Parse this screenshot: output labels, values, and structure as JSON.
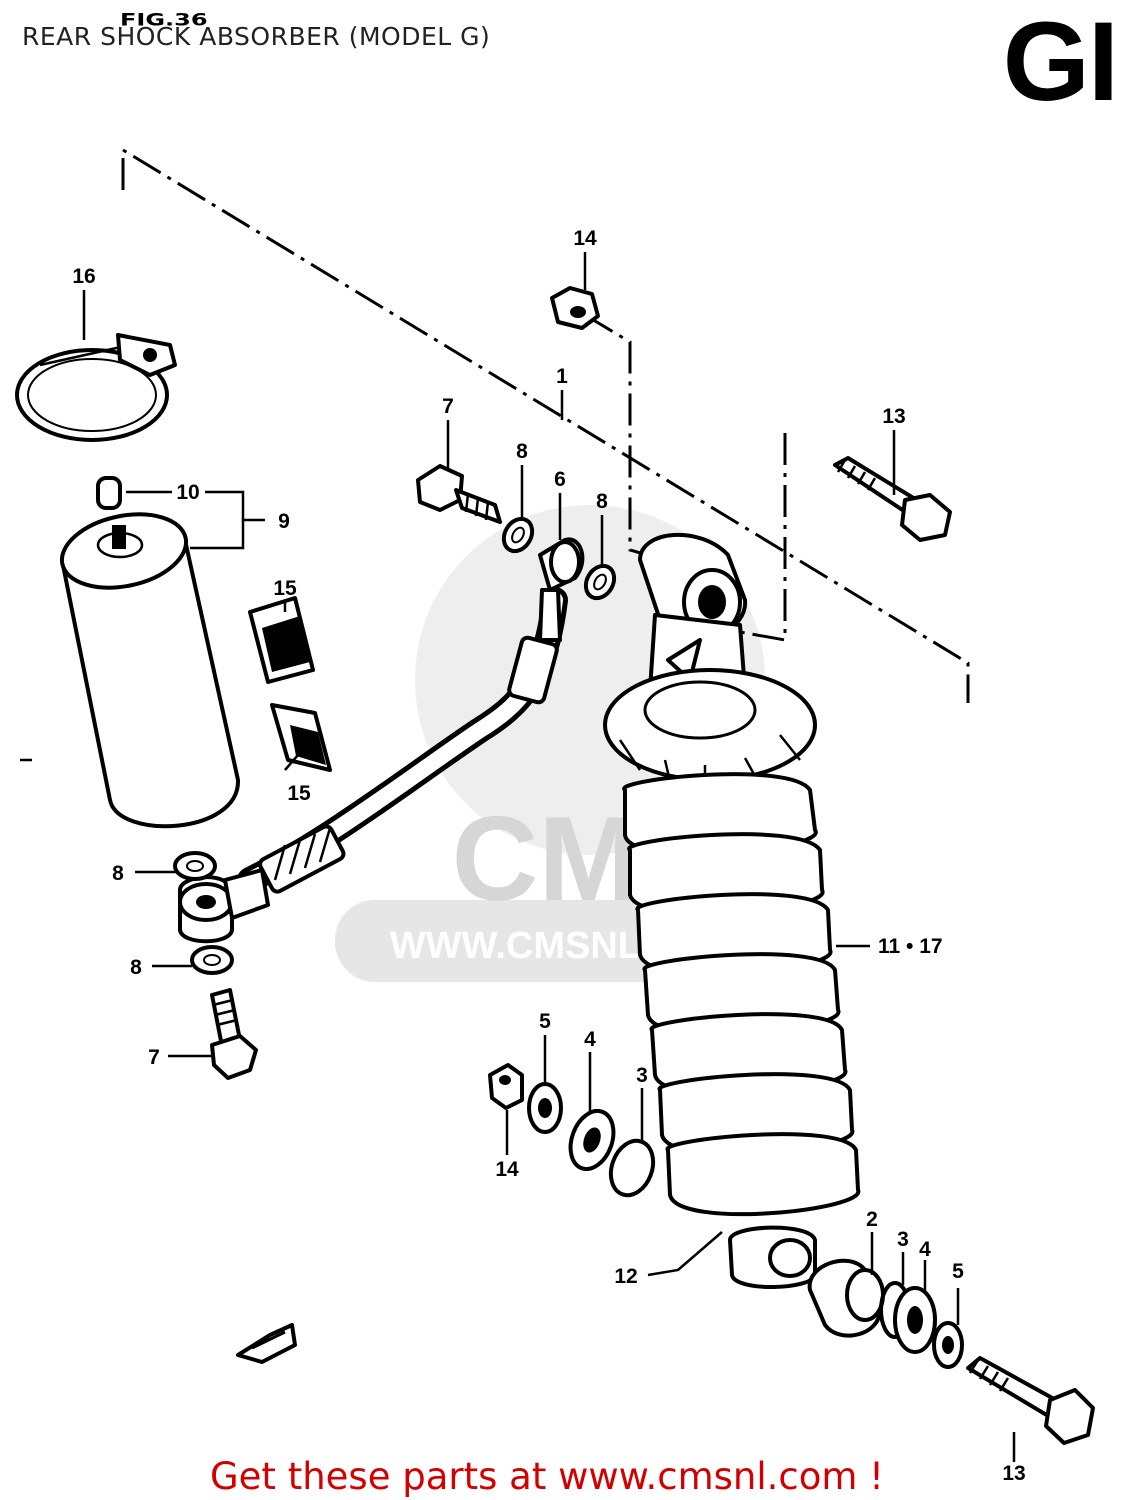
{
  "title": "REAR SHOCK ABSORBER (MODEL G)",
  "section_code": "GI",
  "figure_ref": "FIG.36",
  "footer": "Get these parts at www.cmsnl.com !",
  "watermark": {
    "logo_text": "CMS",
    "url_text": "WWW.CMSNL.COM",
    "color": "#e0e0e0"
  },
  "callouts": {
    "c1": "1",
    "c2": "2",
    "c3a": "3",
    "c3b": "3",
    "c4a": "4",
    "c4b": "4",
    "c5a": "5",
    "c5b": "5",
    "c6": "6",
    "c7a": "7",
    "c7b": "7",
    "c8a": "8",
    "c8b": "8",
    "c8c": "8",
    "c8d": "8",
    "c9": "9",
    "c10": "10",
    "c11": "11 • 17",
    "c12": "12",
    "c13a": "13",
    "c13b": "13",
    "c14a": "14",
    "c14b": "14",
    "c15a": "15",
    "c15b": "15",
    "c16": "16"
  },
  "colors": {
    "footer": "#d40000",
    "ink": "#000000"
  }
}
